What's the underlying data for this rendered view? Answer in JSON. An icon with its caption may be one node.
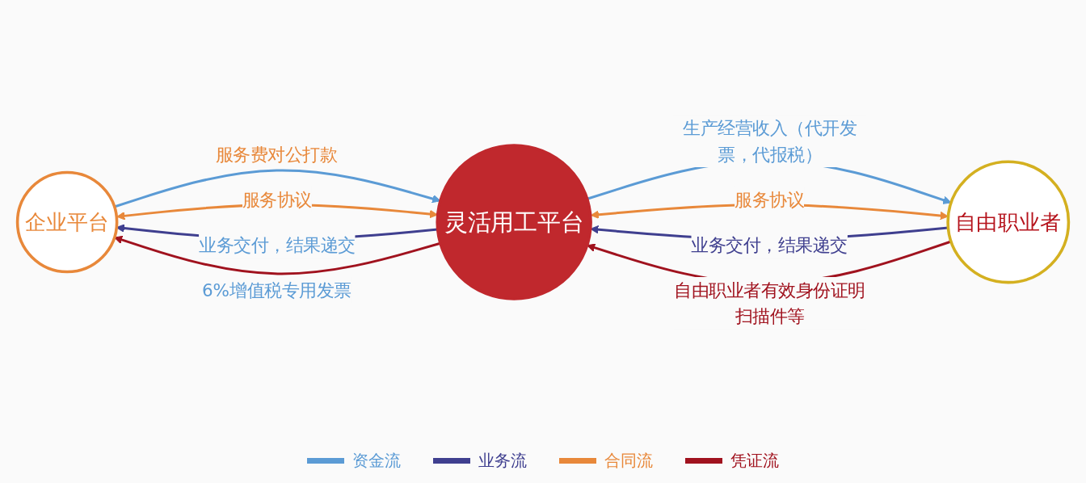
{
  "diagram": {
    "nodes": [
      {
        "text": [
          "企业平台"
        ]
      },
      {
        "text": [
          "灵活用工平台"
        ]
      },
      {
        "text": [
          "自由职业者"
        ]
      }
    ],
    "edges": [
      {
        "from": 1,
        "to": 0,
        "arrow": "to",
        "label": "业务交付，结果递交",
        "color": "#3f3f8f"
      },
      {
        "from": 0,
        "to": 1,
        "arrow": "to",
        "label": "服务费对公打款",
        "color": "#5b9bd5"
      },
      {
        "from": 1,
        "to": 0,
        "arrow": "to",
        "label": "6%增值税专用发票",
        "color": "#a0121e"
      },
      {
        "from": 0,
        "to": 1,
        "arrow": "both",
        "label": "服务协议",
        "color": "#e8883a"
      },
      {
        "from": 2,
        "to": 1,
        "arrow": "to",
        "label": "业务交付，结果递交",
        "color": "#3f3f8f"
      },
      {
        "from": 1,
        "to": 2,
        "arrow": "to",
        "label": "生产经营收入（代开发票，代报税）",
        "color": "#5b9bd5"
      },
      {
        "from": 2,
        "to": 1,
        "arrow": "to",
        "label": "自由职业者有效身份证明扫描件等",
        "color": "#a0121e"
      },
      {
        "from": 1,
        "to": 2,
        "arrow": "both",
        "label": "服务协议",
        "color": "#e8883a"
      }
    ],
    "legend": [
      {
        "text": "资金流",
        "color": "#5b9bd5"
      },
      {
        "text": "业务流",
        "color": "#3f3f8f"
      },
      {
        "text": "合同流",
        "color": "#e8883a"
      },
      {
        "text": "凭证流",
        "color": "#a0121e"
      }
    ]
  }
}
